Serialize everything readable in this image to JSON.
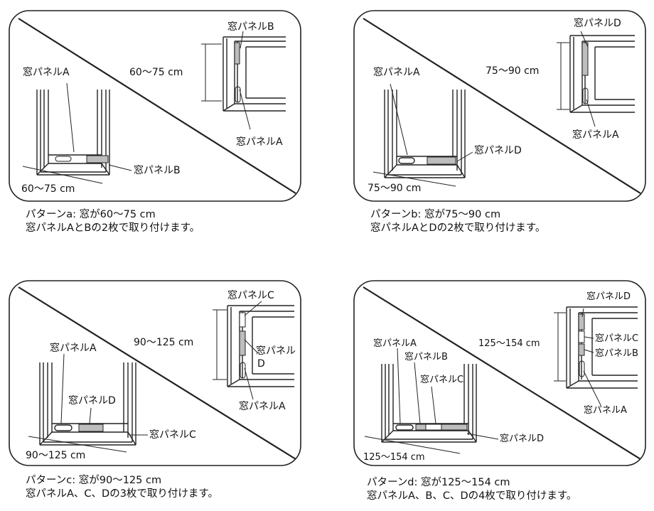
{
  "colors": {
    "line": "#222222",
    "fill_gray": "#bdbdbd",
    "background": "#ffffff"
  },
  "patterns": [
    {
      "id": "a",
      "labels": {
        "top_panel": "窓パネルB",
        "left_panel": "窓パネルA",
        "height": "60～75 cm",
        "right_bottom": "窓パネルA",
        "bottom_panel": "窓パネルB",
        "width": "60～75 cm"
      },
      "caption": {
        "line1": "パターンa: 窓が60～75 cm",
        "line2": "窓パネルAとBの2枚で取り付けます。"
      }
    },
    {
      "id": "b",
      "labels": {
        "top_panel": "窓パネルD",
        "left_panel": "窓パネルA",
        "height": "75～90 cm",
        "right_bottom": "窓パネルA",
        "bottom_panel": "窓パネルD",
        "width": "75～90 cm"
      },
      "caption": {
        "line1": "パターンb: 窓が75～90 cm",
        "line2": "窓パネルAとDの2枚で取り付けます。"
      }
    },
    {
      "id": "c",
      "labels": {
        "top_panel": "窓パネルC",
        "left_panel": "窓パネルA",
        "height": "90～125 cm",
        "mid_panel_1": "窓パネル",
        "mid_panel_2": "D",
        "left_mid": "窓パネルD",
        "right_bottom": "窓パネルA",
        "bottom_panel": "窓パネルC",
        "width": "90～125 cm"
      },
      "caption": {
        "line1": "パターンc: 窓が90～125 cm",
        "line2": "窓パネルA、C、Dの3枚で取り付けます。"
      }
    },
    {
      "id": "d",
      "labels": {
        "top_panel": "窓パネルD",
        "left_panel": "窓パネルA",
        "left_b": "窓パネルB",
        "left_c": "窓パネルC",
        "height": "125～154 cm",
        "right_c": "窓パネルC",
        "right_b": "窓パネルB",
        "right_bottom": "窓パネルA",
        "bottom_panel": "窓パネルD",
        "width": "125～154 cm"
      },
      "caption": {
        "line1": "パターンd: 窓が125～154 cm",
        "line2": "窓パネルA、B、C、Dの4枚で取り付けます。"
      }
    }
  ]
}
